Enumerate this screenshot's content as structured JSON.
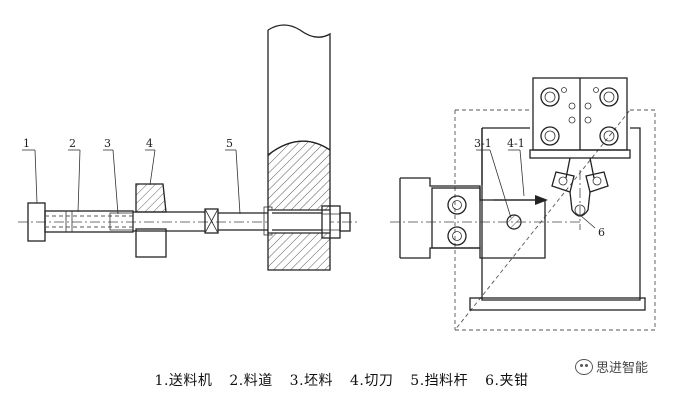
{
  "callouts": {
    "c1": "1",
    "c2": "2",
    "c3": "3",
    "c4": "4",
    "c5": "5",
    "c31": "3-1",
    "c41": "4-1",
    "c6": "6"
  },
  "legend": [
    "1.送料机",
    "2.料道",
    "3.坯料",
    "4.切刀",
    "5.挡料杆",
    "6.夹钳"
  ],
  "watermark": "思进智能"
}
